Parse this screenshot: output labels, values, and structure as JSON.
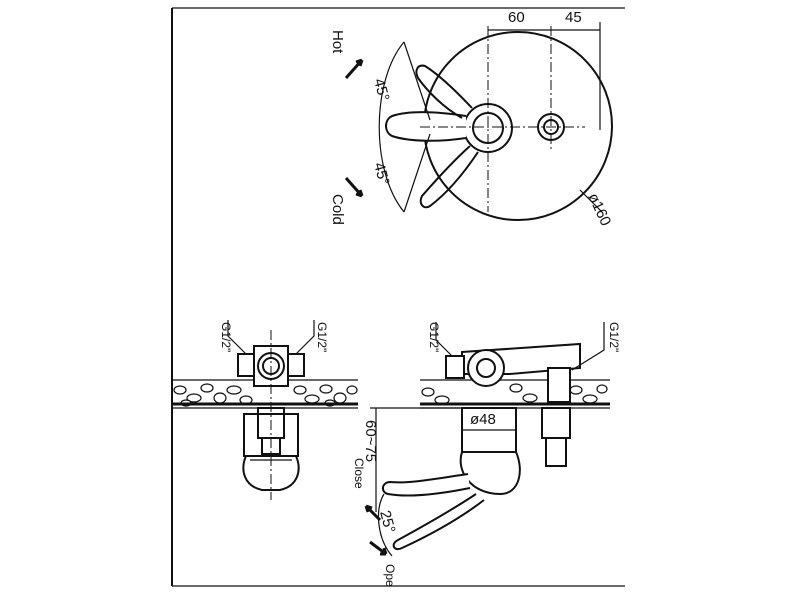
{
  "top_view": {
    "dim_left": "60",
    "dim_right": "45",
    "diameter": "ø160",
    "angle_upper": "45°",
    "angle_lower": "45°",
    "label_hot": "Hot",
    "label_cold": "Cold"
  },
  "front_view": {
    "thread_left": "G1/2\"",
    "thread_right": "G1/2\""
  },
  "side_view": {
    "thread_left": "G1/2\"",
    "thread_right": "G1/2\"",
    "diameter": "ø48",
    "depth": "60~75",
    "angle": "25°",
    "label_close": "Close",
    "label_open": "Ope"
  }
}
